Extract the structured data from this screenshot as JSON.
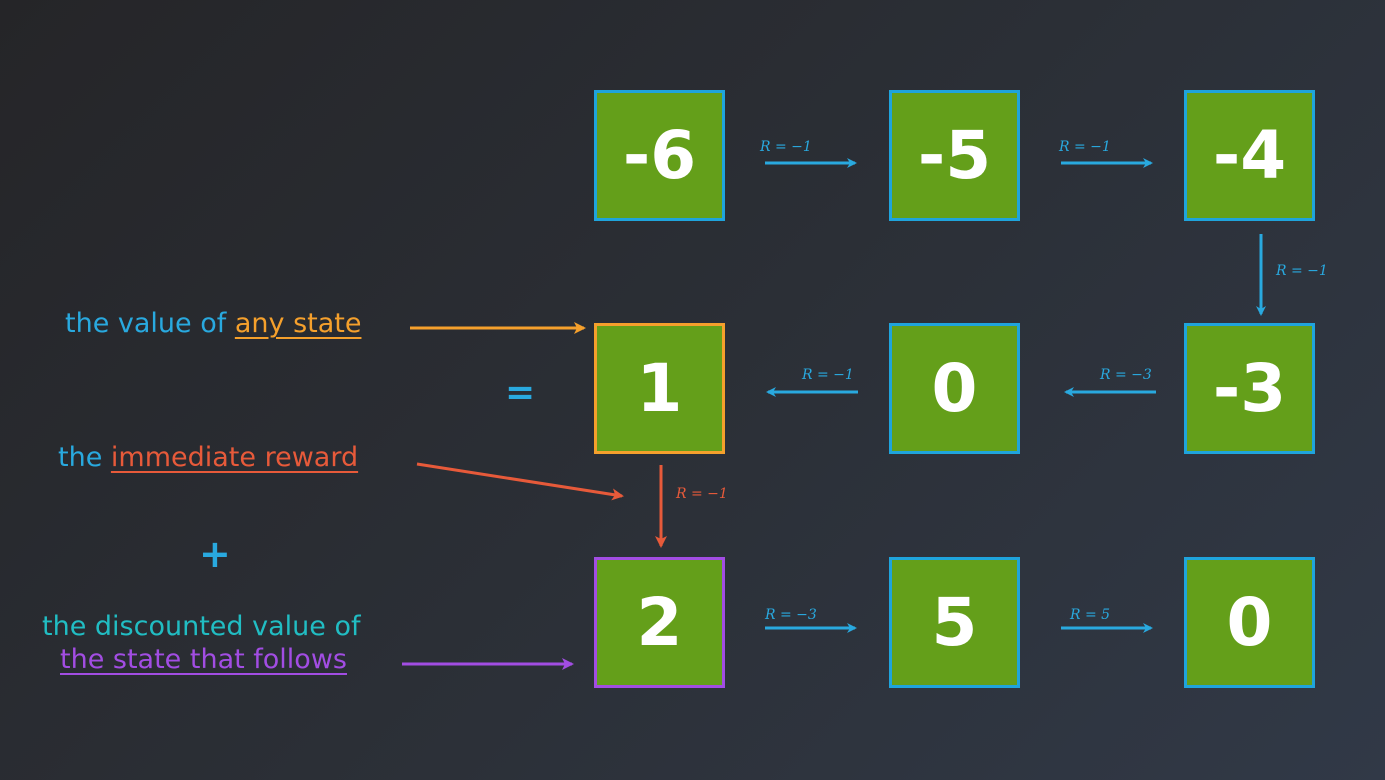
{
  "grid": {
    "row1": [
      "-6",
      "-5",
      "-4"
    ],
    "row2": [
      "1",
      "0",
      "-3"
    ],
    "row3": [
      "2",
      "5",
      "0"
    ]
  },
  "rewards": {
    "r1_a": "R = −1",
    "r1_b": "R = −1",
    "col3_down": "R = −1",
    "r2_right": "R = −3",
    "r2_left": "R = −1",
    "col1_down": "R = −1",
    "r3_a": "R = −3",
    "r3_b": "R = 5"
  },
  "annotations": {
    "value_prefix": "the value of ",
    "value_highlight": "any state",
    "equals": "=",
    "reward_prefix": "the ",
    "reward_highlight": "immediate reward",
    "plus": "+",
    "discount_line1": "the discounted value of",
    "discount_highlight": "the state that follows"
  },
  "colors": {
    "cell_fill": "#649f1a",
    "cell_border": "#1fa4dc",
    "blue": "#29a9df",
    "orange": "#f5a02c",
    "red": "#e75a3a",
    "purple": "#a24de3",
    "teal": "#21bdc3"
  }
}
